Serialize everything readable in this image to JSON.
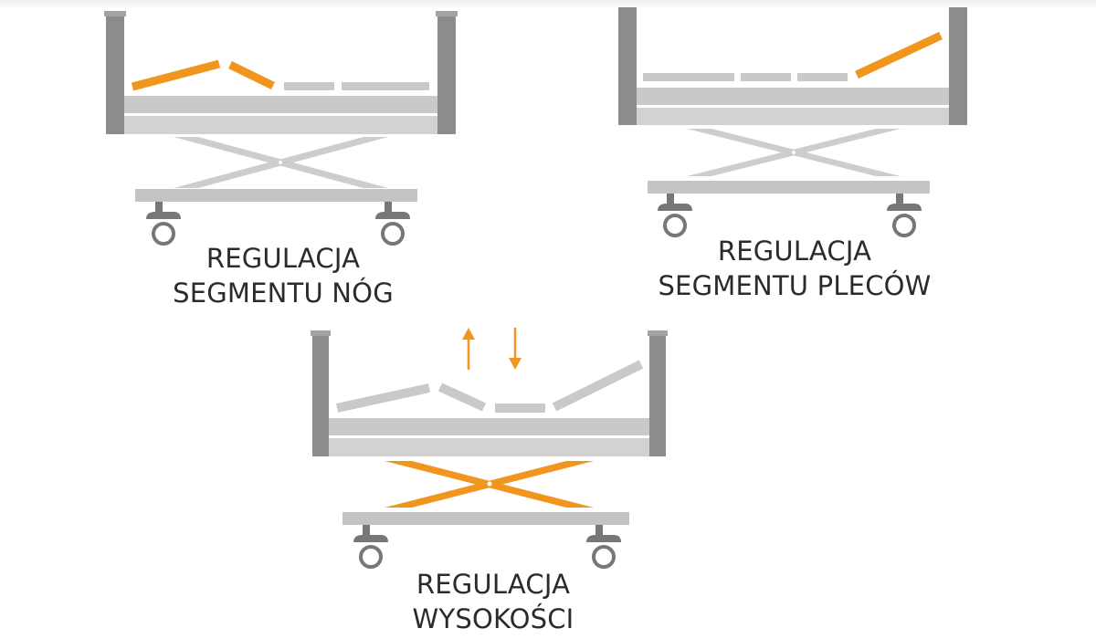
{
  "colors": {
    "accent": "#f0961e",
    "post": "#8c8c8c",
    "frame": "#c9c9c9",
    "frame_light": "#d4d4d4",
    "base": "#c4c4c4",
    "wheel": "#777777",
    "text": "#2b2b2b"
  },
  "panels": [
    {
      "id": "legs",
      "caption_line1": "REGULACJA",
      "caption_line2": "SEGMENTU NÓG",
      "highlight": "leg-segment"
    },
    {
      "id": "back",
      "caption_line1": "REGULACJA",
      "caption_line2": "SEGMENTU PLECÓW",
      "highlight": "back-segment"
    },
    {
      "id": "height",
      "caption_line1": "REGULACJA",
      "caption_line2": "WYSOKOŚCI",
      "highlight": "scissor-lift"
    }
  ],
  "icons": {
    "up_arrow": "arrow-up-icon",
    "down_arrow": "arrow-down-icon",
    "wheel": "caster-wheel-icon"
  }
}
